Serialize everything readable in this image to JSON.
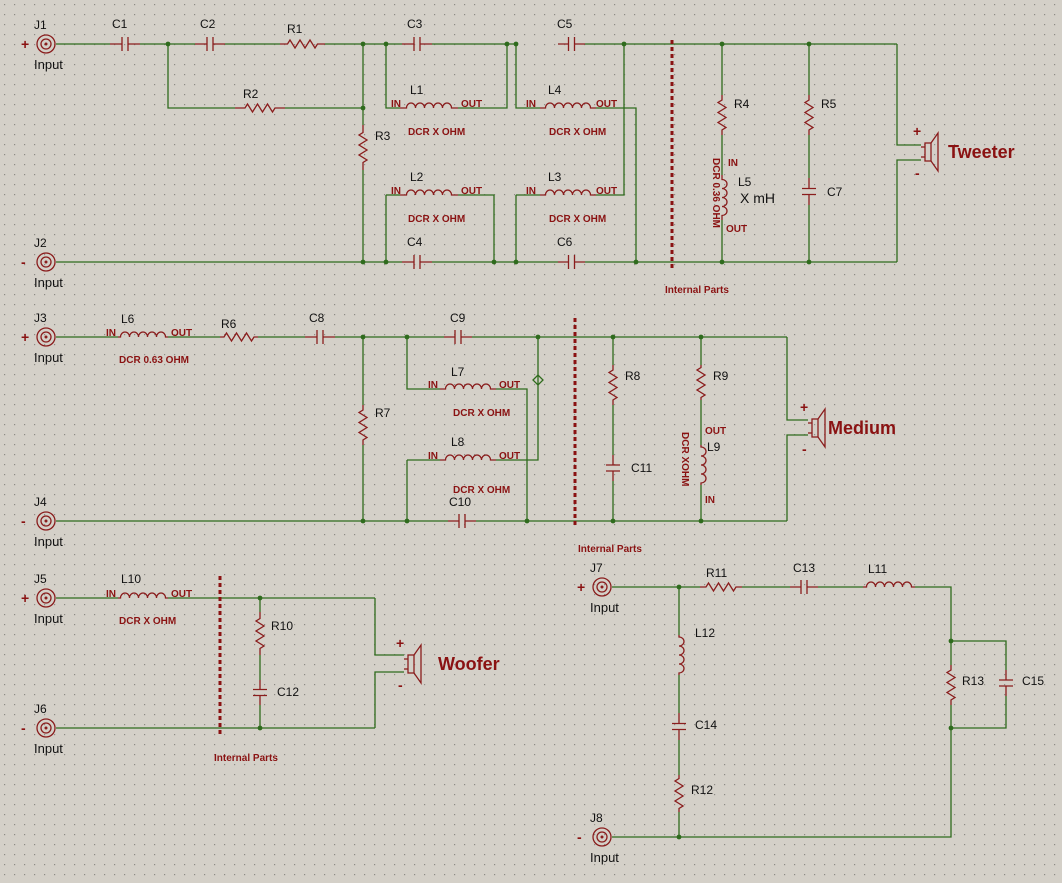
{
  "refs": {
    "J1": "J1",
    "J2": "J2",
    "J3": "J3",
    "J4": "J4",
    "J5": "J5",
    "J6": "J6",
    "J7": "J7",
    "J8": "J8",
    "C1": "C1",
    "C2": "C2",
    "C3": "C3",
    "C4": "C4",
    "C5": "C5",
    "C6": "C6",
    "C7": "C7",
    "C8": "C8",
    "C9": "C9",
    "C10": "C10",
    "C11": "C11",
    "C12": "C12",
    "C13": "C13",
    "C14": "C14",
    "C15": "C15",
    "R1": "R1",
    "R2": "R2",
    "R3": "R3",
    "R4": "R4",
    "R5": "R5",
    "R6": "R6",
    "R7": "R7",
    "R8": "R8",
    "R9": "R9",
    "R10": "R10",
    "R11": "R11",
    "R12": "R12",
    "R13": "R13",
    "L1": "L1",
    "L2": "L2",
    "L3": "L3",
    "L4": "L4",
    "L5": "L5",
    "L6": "L6",
    "L7": "L7",
    "L8": "L8",
    "L9": "L9",
    "L10": "L10",
    "L11": "L11",
    "L12": "L12"
  },
  "labels": {
    "input": "Input",
    "plus": "+",
    "minus": "-",
    "in": "IN",
    "out": "OUT",
    "dcr_x": "DCR X OHM",
    "dcr_x_compact": "DCR XOHM",
    "dcr_036": "DCR 0.36 OHM",
    "dcr_063": "DCR 0.63 OHM",
    "l5_value": "X mH",
    "internal_parts": "Internal Parts"
  },
  "speakers": {
    "tweeter": "Tweeter",
    "medium": "Medium",
    "woofer": "Woofer"
  },
  "colors": {
    "wire": "#2f6b1d",
    "component": "#8a1d1d",
    "note": "#8a1212",
    "background": "#d4d0c8",
    "grid_dot": "#8c8a84"
  }
}
